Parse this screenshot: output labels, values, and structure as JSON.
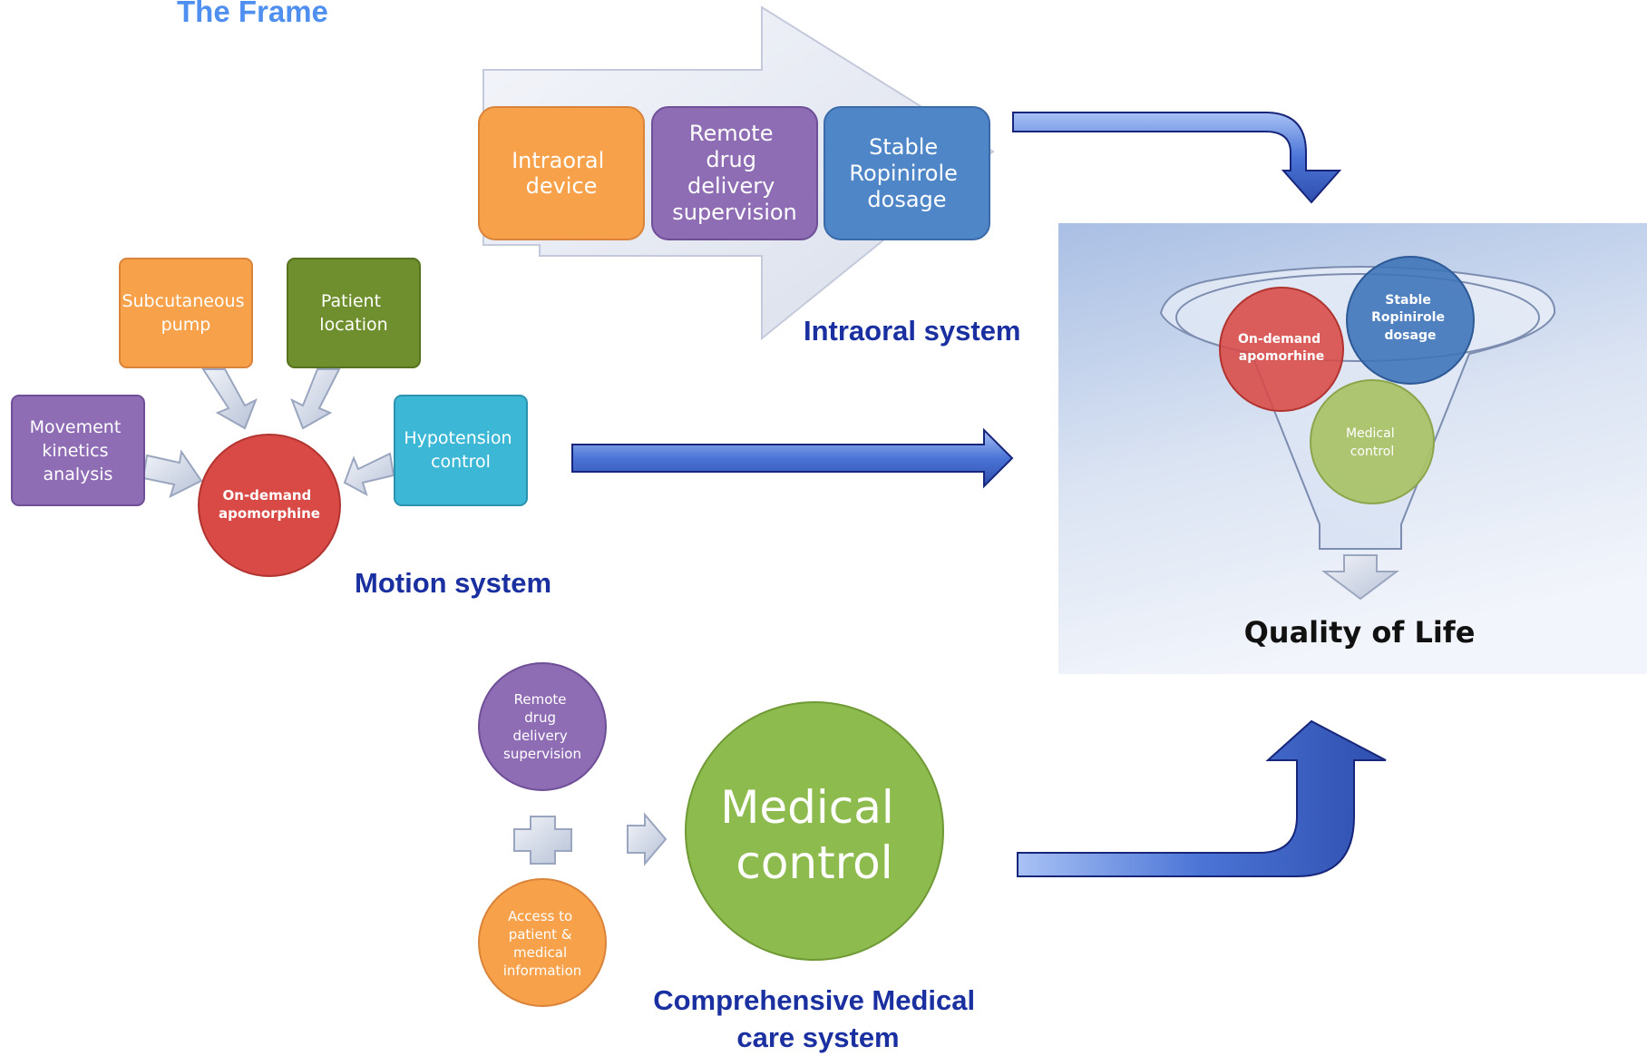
{
  "title": "The Frame",
  "intraoral": {
    "caption": "Intraoral system",
    "boxes": [
      {
        "lines": [
          "Intraoral",
          "device"
        ],
        "color": "#f7a24a"
      },
      {
        "lines": [
          "Remote",
          "drug",
          "delivery",
          "supervision"
        ],
        "color": "#8f6db5"
      },
      {
        "lines": [
          "Stable",
          "Ropinirole",
          "dosage"
        ],
        "color": "#4e86c8"
      }
    ]
  },
  "motion": {
    "caption": "Motion system",
    "center": {
      "lines": [
        "On-demand",
        "apomorphine"
      ],
      "color": "#d94a46"
    },
    "boxes": [
      {
        "lines": [
          "Subcutaneous",
          "pump"
        ],
        "color": "#f7a24a"
      },
      {
        "lines": [
          "Patient",
          "location"
        ],
        "color": "#6f8f2e"
      },
      {
        "lines": [
          "Movement",
          "kinetics",
          "analysis"
        ],
        "color": "#8f6db5"
      },
      {
        "lines": [
          "Hypotension",
          "control"
        ],
        "color": "#3cb8d6"
      }
    ]
  },
  "medical": {
    "caption_lines": [
      "Comprehensive Medical",
      "care system"
    ],
    "inputs": [
      {
        "lines": [
          "Remote",
          "drug",
          "delivery",
          "supervision"
        ],
        "color": "#8f6db5"
      },
      {
        "lines": [
          "Access to",
          "patient &",
          "medical",
          "information"
        ],
        "color": "#f7a24a"
      }
    ],
    "result": {
      "lines": [
        "Medical",
        "control"
      ],
      "color": "#8dbb4e"
    }
  },
  "funnel": {
    "circles": [
      {
        "lines": [
          "On-demand",
          "apomorhine"
        ],
        "color": "#d94a46"
      },
      {
        "lines": [
          "Stable",
          "Ropinirole",
          "dosage"
        ],
        "color": "#3f74b9"
      },
      {
        "lines": [
          "Medical",
          "control"
        ],
        "color": "#a8c265"
      }
    ],
    "output": "Quality of Life"
  },
  "colors": {
    "title": "#4f8ff0",
    "caption": "#1a2fa0",
    "arrow": "#4a74d6",
    "arrow_edge": "#17267a"
  }
}
